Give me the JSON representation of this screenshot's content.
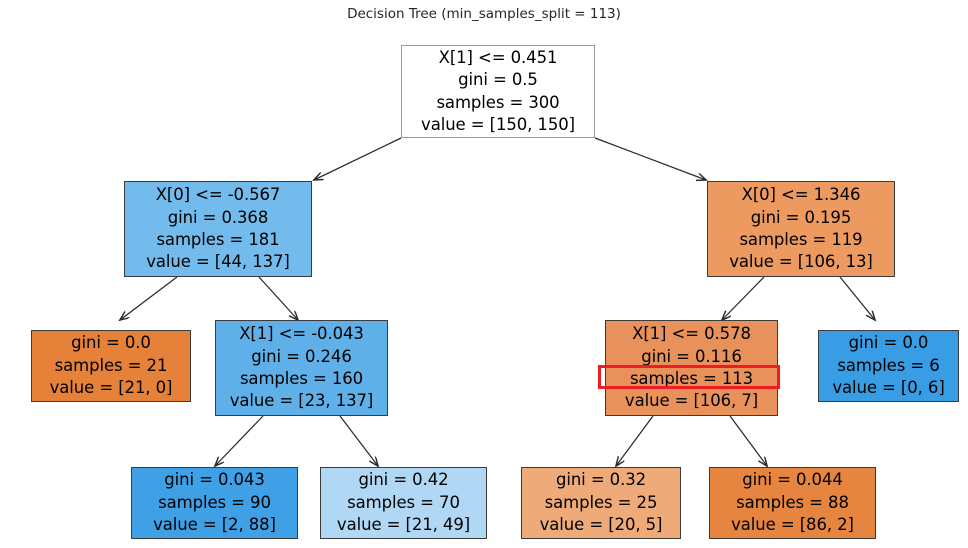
{
  "chart_data": {
    "type": "diagram",
    "title": "Decision Tree (min_samples_split = 113)",
    "diagram_kind": "decision-tree",
    "class_colors": {
      "class_0_orange": "#e58139",
      "class_1_blue": "#399de5",
      "impure_white": "#ffffff",
      "highlight_red": "#ee1c25"
    },
    "highlight": {
      "target_node": "node-right-inner",
      "target_line": "samples = 113",
      "color": "#ee1c25"
    },
    "nodes": [
      {
        "id": "root",
        "depth": 0,
        "condition": "X[1] <= 0.451",
        "gini": "gini = 0.5",
        "samples": "samples = 300",
        "value": "value = [150, 150]",
        "fill": "#ffffff"
      },
      {
        "id": "left",
        "depth": 1,
        "condition": "X[0] <= -0.567",
        "gini": "gini = 0.368",
        "samples": "samples = 181",
        "value": "value = [44, 137]",
        "fill": "#74bbed"
      },
      {
        "id": "right",
        "depth": 1,
        "condition": "X[0] <= 1.346",
        "gini": "gini = 0.195",
        "samples": "samples = 119",
        "value": "value = [106, 13]",
        "fill": "#ec9a5f"
      },
      {
        "id": "left-leaf",
        "depth": 2,
        "condition": "",
        "gini": "gini = 0.0",
        "samples": "samples = 21",
        "value": "value = [21, 0]",
        "fill": "#e58139"
      },
      {
        "id": "left-inner",
        "depth": 2,
        "condition": "X[1] <= -0.043",
        "gini": "gini = 0.246",
        "samples": "samples = 160",
        "value": "value = [23, 137]",
        "fill": "#5fb0e9"
      },
      {
        "id": "right-inner",
        "depth": 2,
        "condition": "X[1] <= 0.578",
        "gini": "gini = 0.116",
        "samples": "samples = 113",
        "value": "value = [106, 7]",
        "fill": "#e8915a"
      },
      {
        "id": "right-leaf",
        "depth": 2,
        "condition": "",
        "gini": "gini = 0.0",
        "samples": "samples = 6",
        "value": "value = [0, 6]",
        "fill": "#399de5"
      },
      {
        "id": "leaf-1",
        "depth": 3,
        "condition": "",
        "gini": "gini = 0.043",
        "samples": "samples = 90",
        "value": "value = [2, 88]",
        "fill": "#3fa0e6"
      },
      {
        "id": "leaf-2",
        "depth": 3,
        "condition": "",
        "gini": "gini = 0.42",
        "samples": "samples = 70",
        "value": "value = [21, 49]",
        "fill": "#b0d8f5"
      },
      {
        "id": "leaf-3",
        "depth": 3,
        "condition": "",
        "gini": "gini = 0.32",
        "samples": "samples = 25",
        "value": "value = [20, 5]",
        "fill": "#eeab79"
      },
      {
        "id": "leaf-4",
        "depth": 3,
        "condition": "",
        "gini": "gini = 0.044",
        "samples": "samples = 88",
        "value": "value = [86, 2]",
        "fill": "#e68540"
      }
    ],
    "edges": [
      {
        "from": "root",
        "to": "left"
      },
      {
        "from": "root",
        "to": "right"
      },
      {
        "from": "left",
        "to": "left-leaf"
      },
      {
        "from": "left",
        "to": "left-inner"
      },
      {
        "from": "right",
        "to": "right-inner"
      },
      {
        "from": "right",
        "to": "right-leaf"
      },
      {
        "from": "left-inner",
        "to": "leaf-1"
      },
      {
        "from": "left-inner",
        "to": "leaf-2"
      },
      {
        "from": "right-inner",
        "to": "leaf-3"
      },
      {
        "from": "right-inner",
        "to": "leaf-4"
      }
    ]
  }
}
